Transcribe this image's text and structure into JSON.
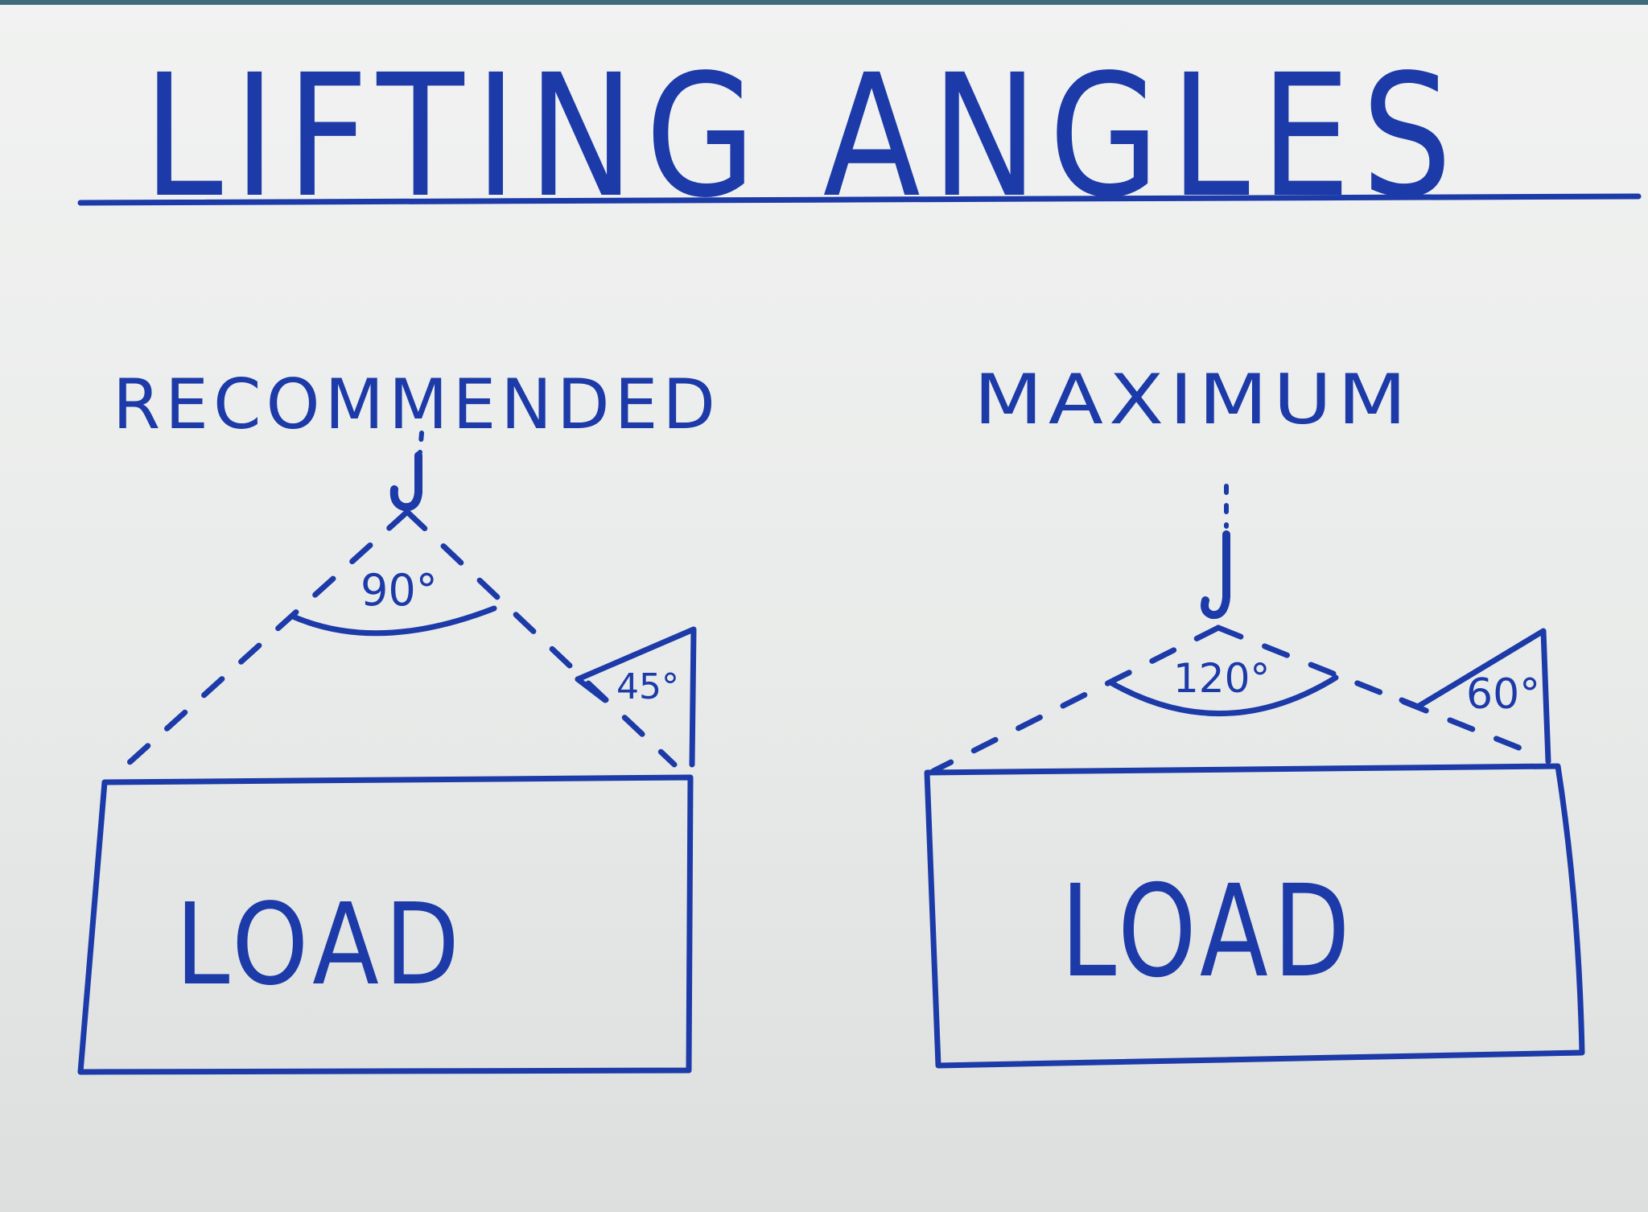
{
  "title": "LIFTING ANGLES",
  "panels": [
    {
      "heading": "RECOMMENDED",
      "sling_angle": "90°",
      "side_angle": "45°",
      "load_label": "LOAD"
    },
    {
      "heading": "MAXIMUM",
      "sling_angle": "120°",
      "side_angle": "60°",
      "load_label": "LOAD"
    }
  ],
  "ink_color": "#1c3aa8",
  "icons": [
    "crane-hook-icon",
    "crane-hook-icon"
  ]
}
